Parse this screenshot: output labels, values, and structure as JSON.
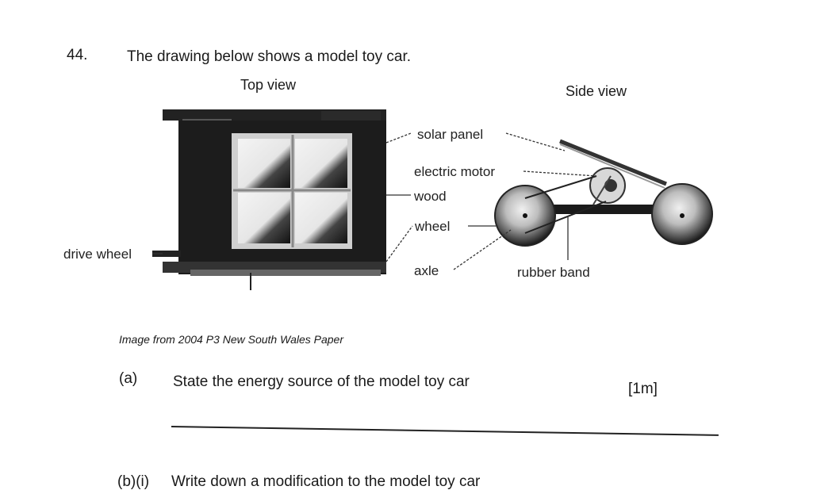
{
  "question": {
    "number": "44.",
    "stem": "The drawing below shows a model toy car."
  },
  "figure": {
    "top_view_title": "Top view",
    "side_view_title": "Side view",
    "labels": {
      "solar_panel": "solar panel",
      "electric_motor": "electric motor",
      "wood": "wood",
      "wheel": "wheel",
      "axle": "axle",
      "drive_wheel": "drive wheel",
      "rubber_band": "rubber band"
    },
    "credit": "Image from 2004 P3 New South Wales Paper"
  },
  "part_a": {
    "label": "(a)",
    "text": "State the energy source of the model toy car",
    "marks": "[1m]"
  },
  "part_b": {
    "label": "(b)(i)",
    "text": "Write down a modification to the model toy car"
  }
}
